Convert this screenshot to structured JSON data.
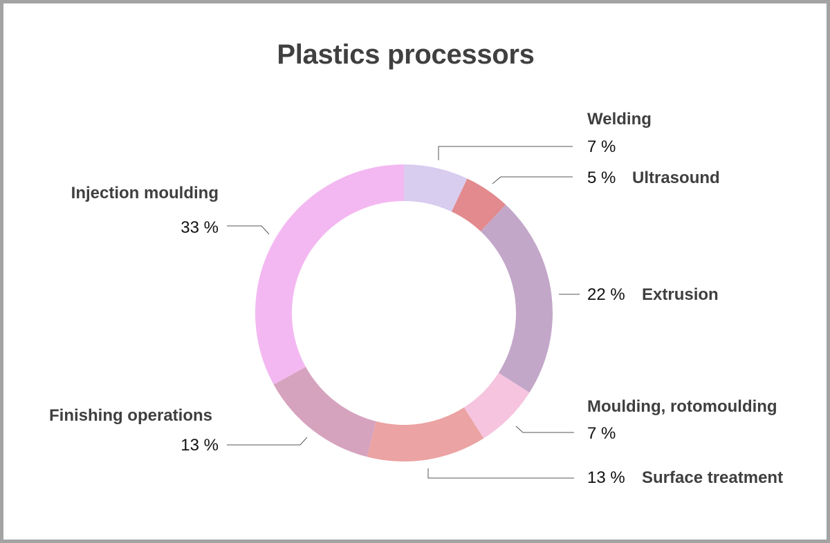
{
  "chart_data": {
    "type": "pie",
    "title": "Plastics processors",
    "donut": true,
    "legend": "none",
    "slices": [
      {
        "label": "Welding",
        "value": 7,
        "value_label": "7 %",
        "color": "#d8ccef"
      },
      {
        "label": "Ultrasound",
        "value": 5,
        "value_label": "5 %",
        "color": "#e28a8e"
      },
      {
        "label": "Extrusion",
        "value": 22,
        "value_label": "22 %",
        "color": "#c3a7c9"
      },
      {
        "label": "Moulding, rotomoulding",
        "value": 7,
        "value_label": "7 %",
        "color": "#f6c4df"
      },
      {
        "label": "Surface treatment",
        "value": 13,
        "value_label": "13 %",
        "color": "#eba3a3"
      },
      {
        "label": "Finishing operations",
        "value": 13,
        "value_label": "13 %",
        "color": "#d6a3bf"
      },
      {
        "label": "Injection moulding",
        "value": 33,
        "value_label": "33 %",
        "color": "#f3b8f1"
      }
    ]
  }
}
